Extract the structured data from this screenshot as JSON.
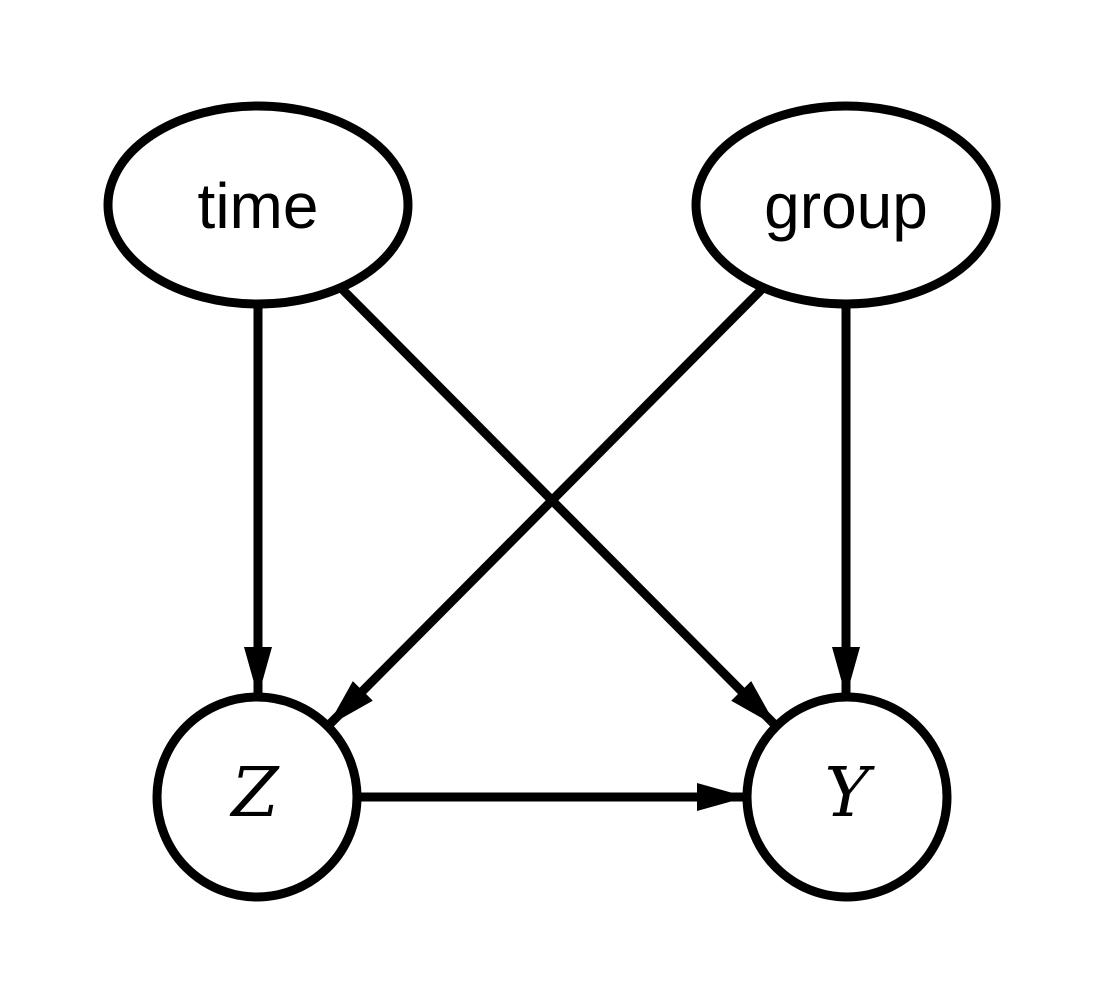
{
  "diagram": {
    "type": "directed-acyclic-graph",
    "background_color": "#ffffff",
    "stroke_color": "#000000",
    "nodes": [
      {
        "id": "time",
        "label": "time",
        "shape": "ellipse",
        "label_style": "sans"
      },
      {
        "id": "group",
        "label": "group",
        "shape": "ellipse",
        "label_style": "sans"
      },
      {
        "id": "Z",
        "label": "Z",
        "shape": "circle",
        "label_style": "math-italic"
      },
      {
        "id": "Y",
        "label": "Y",
        "shape": "circle",
        "label_style": "math-italic"
      }
    ],
    "edges": [
      {
        "from": "time",
        "to": "Z",
        "arrow": "filled-triangle"
      },
      {
        "from": "time",
        "to": "Y",
        "arrow": "filled-triangle"
      },
      {
        "from": "group",
        "to": "Z",
        "arrow": "filled-triangle"
      },
      {
        "from": "group",
        "to": "Y",
        "arrow": "filled-triangle"
      },
      {
        "from": "Z",
        "to": "Y",
        "arrow": "filled-triangle"
      }
    ]
  }
}
